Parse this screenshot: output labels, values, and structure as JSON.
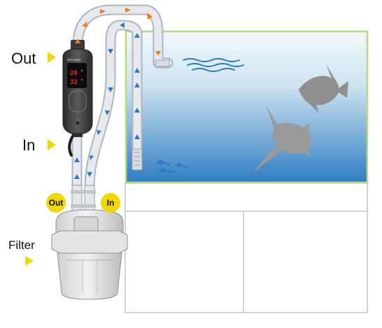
{
  "labels": {
    "out": "Out",
    "in": "In",
    "filter": "Filter",
    "badge_out": "Out",
    "badge_in": "In"
  },
  "heater": {
    "display_top": "28",
    "display_bottom": "32",
    "brand": "ZETLIGHT"
  },
  "colors": {
    "pointer": "#f2d600",
    "tank_frame": "#b9d97a",
    "water_top": "#eef6fb",
    "water_bottom": "#2f7ec2",
    "hose": "#d9dee3",
    "flow_arrow_warm": "#f07c1f",
    "flow_arrow_cool": "#2d79c7",
    "fish": "#8f8f8f",
    "cabinet_line": "#aaaaaa"
  },
  "icons": [
    "triangle-pointer-icon",
    "arrow-up-icon",
    "arrow-down-icon",
    "arrow-right-icon",
    "fish-icon",
    "wave-icon"
  ]
}
